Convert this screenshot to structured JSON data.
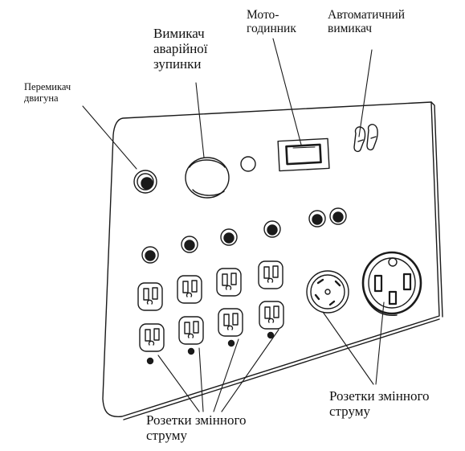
{
  "labels": {
    "engine_switch": "Перемикач\nдвигуна",
    "emergency_stop": "Вимикач\nаварійної\nзупинки",
    "hour_meter": "Мото-\nгодинник",
    "circuit_breaker": "Автоматичний\nвимикач",
    "ac_outlets_left": "Розетки змінного\nструму",
    "ac_outlets_right": "Розетки змінного\nструму"
  },
  "colors": {
    "line": "#1a1a1a",
    "panel": "#ffffff",
    "background": "#ffffff"
  }
}
